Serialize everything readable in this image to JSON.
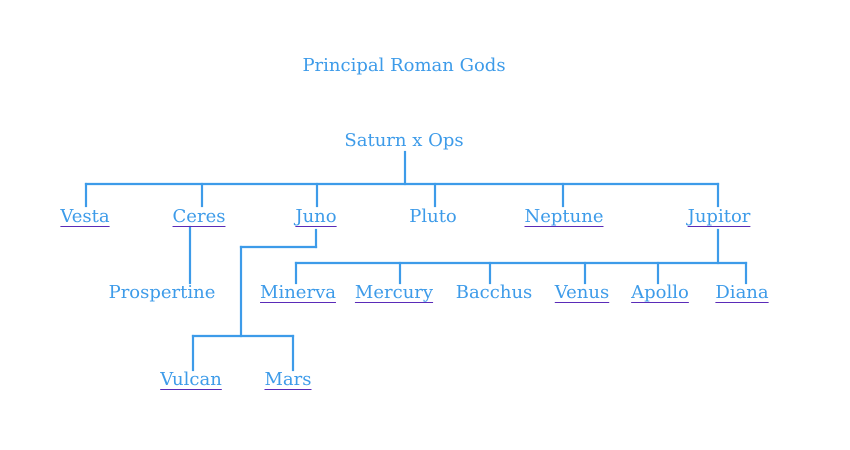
{
  "title": "Principal Roman Gods",
  "colors": {
    "line": "#3d9be9",
    "text": "#3d9be9",
    "link_underline": "#3d9be9",
    "link_underline_alt": "#5a2bb8"
  },
  "root": "Saturn  x  Ops",
  "children": [
    {
      "name": "Vesta",
      "link": true
    },
    {
      "name": "Ceres",
      "link": true
    },
    {
      "name": "Juno",
      "link": true
    },
    {
      "name": "Pluto",
      "link": false
    },
    {
      "name": "Neptune",
      "link": true
    },
    {
      "name": "Jupitor",
      "link": true
    }
  ],
  "ceres_child": {
    "name": "Prospertine",
    "link": false
  },
  "jupitor_children": [
    {
      "name": "Minerva",
      "link": true
    },
    {
      "name": "Mercury",
      "link": true
    },
    {
      "name": "Bacchus",
      "link": false
    },
    {
      "name": "Venus",
      "link": true
    },
    {
      "name": "Apollo",
      "link": true
    },
    {
      "name": "Diana",
      "link": true
    }
  ],
  "juno_children": [
    {
      "name": "Vulcan",
      "link": true
    },
    {
      "name": "Mars",
      "link": true
    }
  ]
}
